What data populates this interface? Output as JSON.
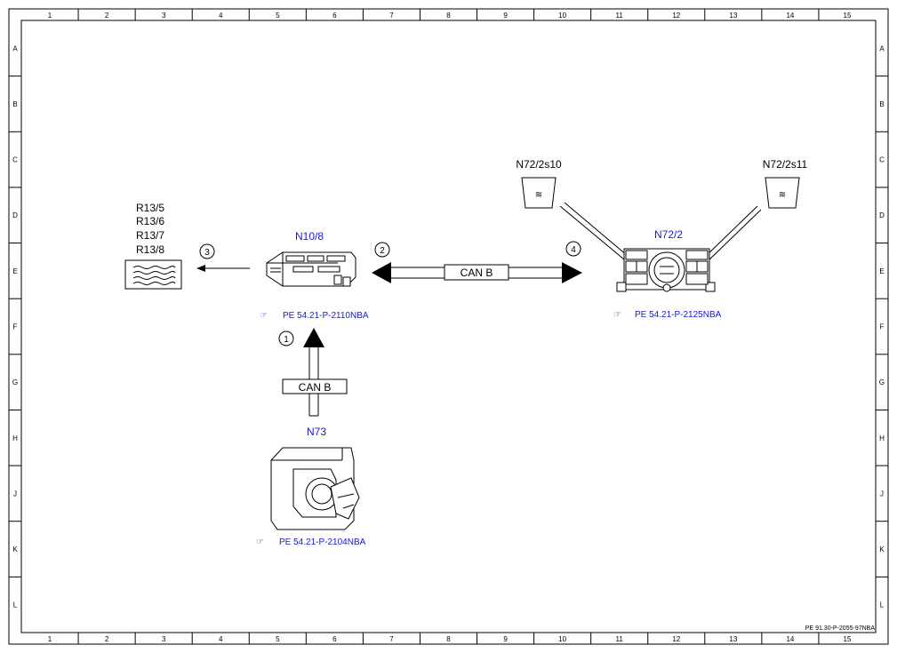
{
  "grid": {
    "columns": [
      "1",
      "2",
      "3",
      "4",
      "5",
      "6",
      "7",
      "8",
      "9",
      "10",
      "11",
      "12",
      "13",
      "14",
      "15"
    ],
    "rows": [
      "A",
      "B",
      "C",
      "D",
      "E",
      "F",
      "G",
      "H",
      "J",
      "K",
      "L"
    ]
  },
  "components": {
    "n10_8": {
      "label": "N10/8",
      "ref": "PE 54.21-P-2110NBA"
    },
    "n72_2": {
      "label": "N72/2",
      "ref": "PE 54.21-P-2125NBA"
    },
    "n73": {
      "label": "N73",
      "ref": "PE 54.21-P-2104NBA"
    },
    "n72_2s10": {
      "label": "N72/2s10"
    },
    "n72_2s11": {
      "label": "N72/2s11"
    },
    "r13": {
      "labels": [
        "R13/5",
        "R13/6",
        "R13/7",
        "R13/8"
      ]
    }
  },
  "buses": {
    "horizontal": {
      "label": "CAN B"
    },
    "vertical": {
      "label": "CAN B"
    }
  },
  "markers": [
    "1",
    "2",
    "3",
    "4"
  ],
  "doc_id": "PE 91.30-P-2055-97NBA",
  "colors": {
    "label_blue": "#1a1ad6",
    "line": "#000000"
  }
}
